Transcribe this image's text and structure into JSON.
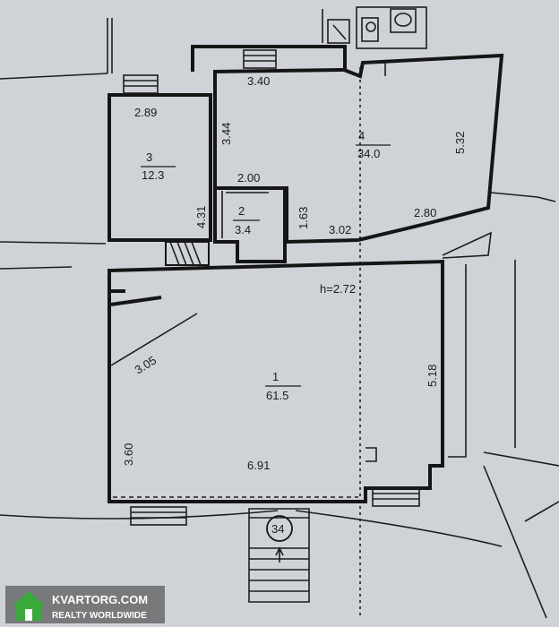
{
  "rooms": [
    {
      "id": "1",
      "area": "61.5"
    },
    {
      "id": "2",
      "area": "3.4"
    },
    {
      "id": "3",
      "area": "12.3"
    },
    {
      "id": "4",
      "area": "34.0"
    }
  ],
  "dimensions": {
    "room3_top": "2.89",
    "room3_side": "4.31",
    "room4_top": "3.40",
    "room4_left": "3.44",
    "room4_right": "5.32",
    "room4_bottom_right": "2.80",
    "room4_bottom": "3.02",
    "room2_top": "2.00",
    "room2_right": "1.63",
    "room1_diagonal": "3.05",
    "room1_left": "3.60",
    "room1_bottom": "6.91",
    "room1_right": "5.18"
  },
  "ceiling_height": "h=2.72",
  "entrance_number": "34",
  "watermark": {
    "site": "KVARTORG.COM",
    "tagline": "REALTY WORLDWIDE"
  },
  "colors": {
    "paper": "#cfd3d8",
    "lines": "#151515",
    "watermark_green": "#3aa83a"
  }
}
